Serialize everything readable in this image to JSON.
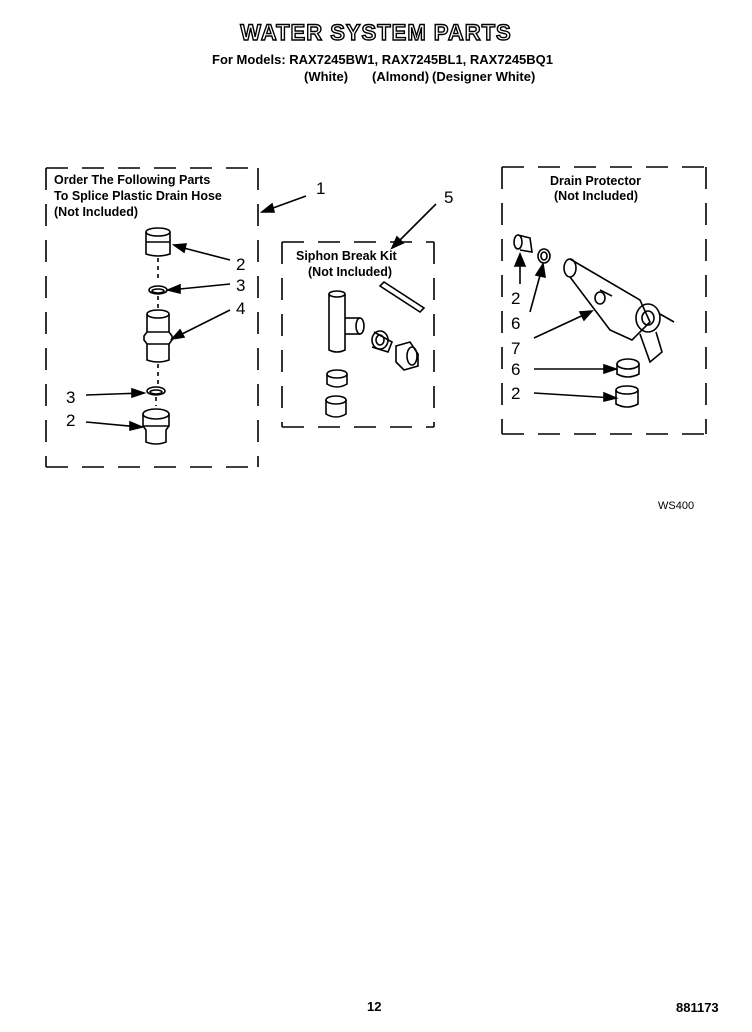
{
  "header": {
    "title": "WATER SYSTEM PARTS",
    "models_line": "For Models: RAX7245BW1, RAX7245BL1, RAX7245BQ1",
    "color_white": "(White)",
    "color_almond": "(Almond)",
    "color_designer": "(Designer White)"
  },
  "box_splice": {
    "line1": "Order The Following Parts",
    "line2": "To Splice Plastic Drain Hose",
    "line3": "(Not Included)"
  },
  "box_siphon": {
    "line1": "Siphon Break Kit",
    "line2": "(Not Included)"
  },
  "box_drain": {
    "line1": "Drain Protector",
    "line2": "(Not Included)"
  },
  "callouts": {
    "c1": "1",
    "c2a": "2",
    "c3a": "3",
    "c4": "4",
    "c3b": "3",
    "c2b": "2",
    "c5": "5",
    "c2c": "2",
    "c6a": "6",
    "c7": "7",
    "c6b": "6",
    "c2d": "2"
  },
  "figure_code": "WS400",
  "footer": {
    "page_number": "12",
    "doc_number": "881173"
  }
}
